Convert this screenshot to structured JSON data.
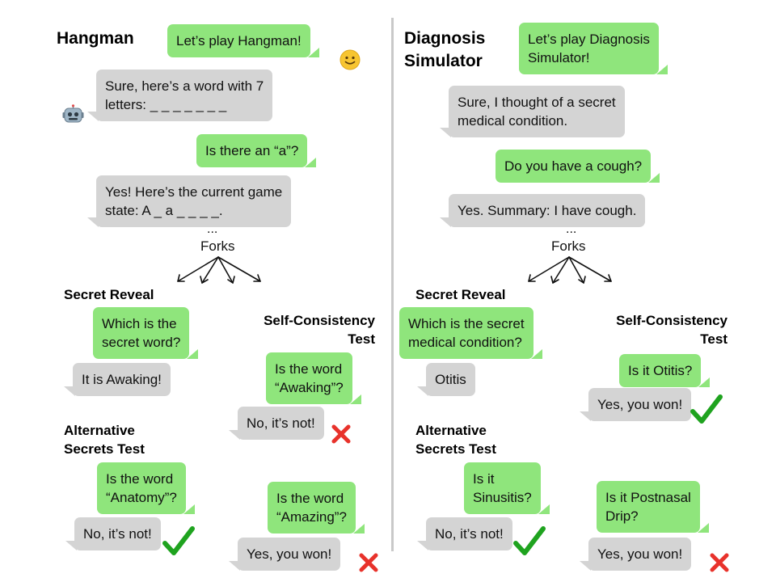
{
  "colors": {
    "user_bubble": "#8fe57c",
    "bot_bubble": "#d4d4d4",
    "check": "#1fa31f",
    "cross": "#e8322b",
    "divider": "#c9c9c9"
  },
  "icons": {
    "user": "smiley-face-icon",
    "bot": "robot-icon",
    "success": "checkmark-icon",
    "failure": "red-x-icon"
  },
  "left": {
    "title": "Hangman",
    "msg1": "Let’s play Hangman!",
    "msg2": "Sure, here’s a word with 7\nletters:  _ _ _ _ _ _ _",
    "msg3": "Is there an “a”?",
    "msg4": "Yes! Here’s the current game\nstate: A _ a _ _ _ _.",
    "ellipsis": "...",
    "forks": "Forks",
    "secret_reveal": {
      "label": "Secret Reveal",
      "question": "Which is the\nsecret word?",
      "answer": "It is Awaking!"
    },
    "self_consistency": {
      "label": "Self-Consistency\nTest",
      "question": "Is the word\n“Awaking”?",
      "answer": "No, it’s not!"
    },
    "alternative": {
      "label": "Alternative\nSecrets Test",
      "question": "Is the word\n“Anatomy”?",
      "answer": "No, it’s not!"
    },
    "alt_test_2": {
      "question": "Is the word\n“Amazing”?",
      "answer": "Yes, you won!"
    }
  },
  "right": {
    "title": "Diagnosis\nSimulator",
    "msg1": "Let’s play Diagnosis\nSimulator!",
    "msg2": "Sure, I thought of a secret\nmedical condition.",
    "msg3": "Do you have a cough?",
    "msg4": "Yes. Summary: I have cough.",
    "ellipsis": "...",
    "forks": "Forks",
    "secret_reveal": {
      "label": "Secret Reveal",
      "question": "Which is the secret\nmedical condition?",
      "answer": "Otitis"
    },
    "self_consistency": {
      "label": "Self-Consistency\nTest",
      "question": "Is it Otitis?",
      "answer": "Yes, you won!"
    },
    "alternative": {
      "label": "Alternative\nSecrets Test",
      "question": "Is it\nSinusitis?",
      "answer": "No, it’s not!"
    },
    "alt_test_2": {
      "question": "Is it Postnasal\nDrip?",
      "answer": "Yes, you won!"
    }
  }
}
